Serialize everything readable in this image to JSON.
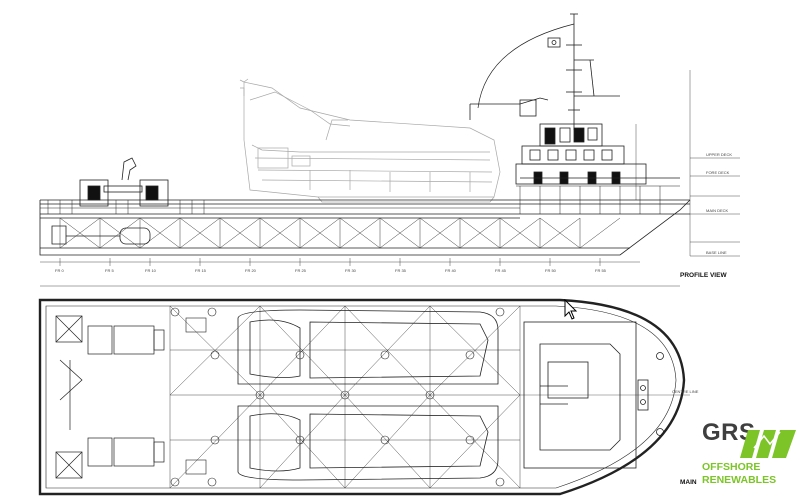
{
  "drawing": {
    "profile_view_label": "PROFILE VIEW",
    "main_deck_label": "MAIN D",
    "small_labels": {
      "baseline": "BASE LINE",
      "centre_line": "CENTRE LINE",
      "profile_dim": "UPPER DECK",
      "profile_dim2": "FORE DECK",
      "profile_dim3": "MAIN DECK"
    },
    "frames": [
      "FR 0",
      "FR 5",
      "FR 10",
      "FR 15",
      "FR 20",
      "FR 25",
      "FR 30",
      "FR 35",
      "FR 40",
      "FR 45",
      "FR 50",
      "FR 55"
    ]
  },
  "logo": {
    "name": "GRS",
    "line1": "OFFSHORE",
    "line2": "RENEWABLES",
    "green": "#7cc428",
    "grey": "#3f3f3f"
  },
  "colors": {
    "line": "#222222",
    "faint": "#9a9a9a"
  }
}
